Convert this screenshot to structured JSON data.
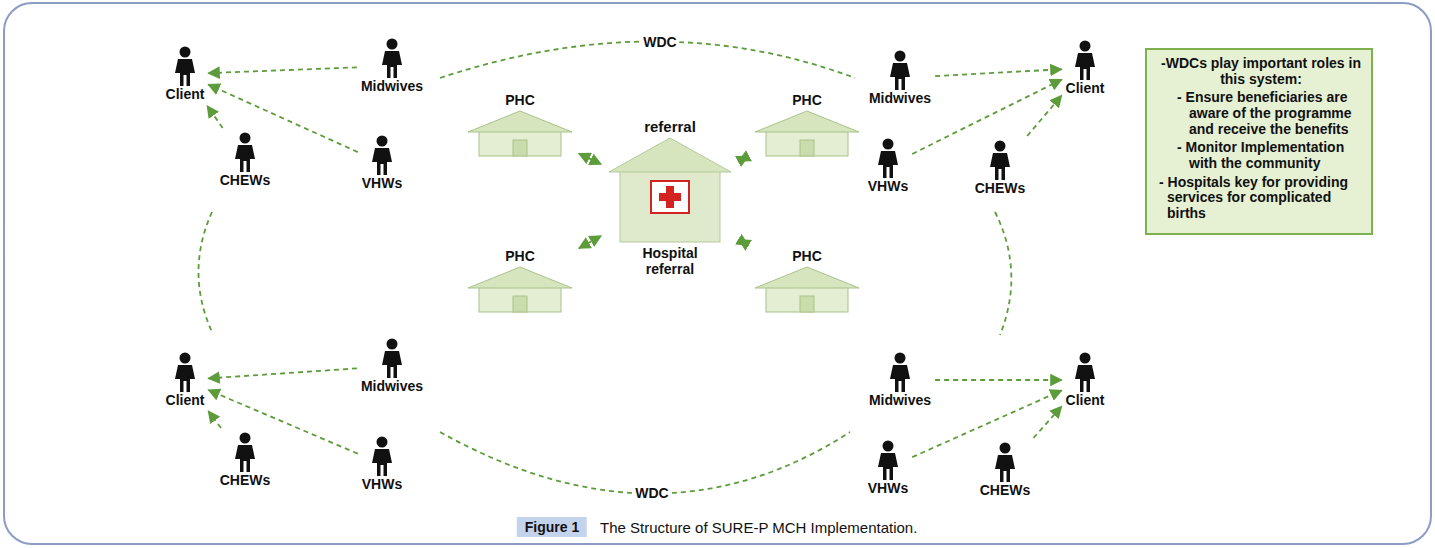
{
  "diagram": {
    "caption": "The Structure of SURE-P MCH Implementation.",
    "nodes": [
      {
        "text": [
          "Client"
        ]
      },
      {
        "text": [
          "Midwives"
        ]
      },
      {
        "text": [
          "CHEWs"
        ]
      },
      {
        "text": [
          "VHWs"
        ]
      },
      {
        "text": [
          "Midwives"
        ]
      },
      {
        "text": [
          "Client"
        ]
      },
      {
        "text": [
          "VHWs"
        ]
      },
      {
        "text": [
          "CHEWs"
        ]
      },
      {
        "text": [
          "PHC"
        ]
      },
      {
        "text": [
          "PHC"
        ]
      },
      {
        "text": [
          "referral",
          "Hospital referral"
        ]
      },
      {
        "text": [
          "PHC"
        ]
      },
      {
        "text": [
          "PHC"
        ]
      },
      {
        "text": [
          "Client"
        ]
      },
      {
        "text": [
          "Midwives"
        ]
      },
      {
        "text": [
          "CHEWs"
        ]
      },
      {
        "text": [
          "VHWs"
        ]
      },
      {
        "text": [
          "Midwives"
        ]
      },
      {
        "text": [
          "Client"
        ]
      },
      {
        "text": [
          "VHWs"
        ]
      },
      {
        "text": [
          "CHEWs"
        ]
      },
      {
        "text": [
          "-WDCs play important roles in this system:",
          "- Ensure beneficiaries are aware of the programme and receive the benefits",
          "- Monitor Implementation with the community",
          "- Hospitals key for providing services for complicated births"
        ]
      }
    ],
    "edges": [
      {
        "from": 1,
        "to": 0,
        "arrow": "to"
      },
      {
        "from": 2,
        "to": 0,
        "arrow": "to"
      },
      {
        "from": 3,
        "to": 0,
        "arrow": "to"
      },
      {
        "from": 4,
        "to": 5,
        "arrow": "to"
      },
      {
        "from": 6,
        "to": 5,
        "arrow": "to"
      },
      {
        "from": 7,
        "to": 5,
        "arrow": "to"
      },
      {
        "from": 8,
        "to": 10,
        "arrow": "both"
      },
      {
        "from": 9,
        "to": 10,
        "arrow": "both"
      },
      {
        "from": 11,
        "to": 10,
        "arrow": "both"
      },
      {
        "from": 12,
        "to": 10,
        "arrow": "both"
      },
      {
        "from": 14,
        "to": 13,
        "arrow": "to"
      },
      {
        "from": 15,
        "to": 13,
        "arrow": "to"
      },
      {
        "from": 16,
        "to": 13,
        "arrow": "to"
      },
      {
        "from": 17,
        "to": 18,
        "arrow": "to"
      },
      {
        "from": 19,
        "to": 18,
        "arrow": "to"
      },
      {
        "from": 20,
        "to": 18,
        "arrow": "to"
      }
    ],
    "labels": [
      "WDC",
      "WDC",
      "Figure 1"
    ]
  }
}
